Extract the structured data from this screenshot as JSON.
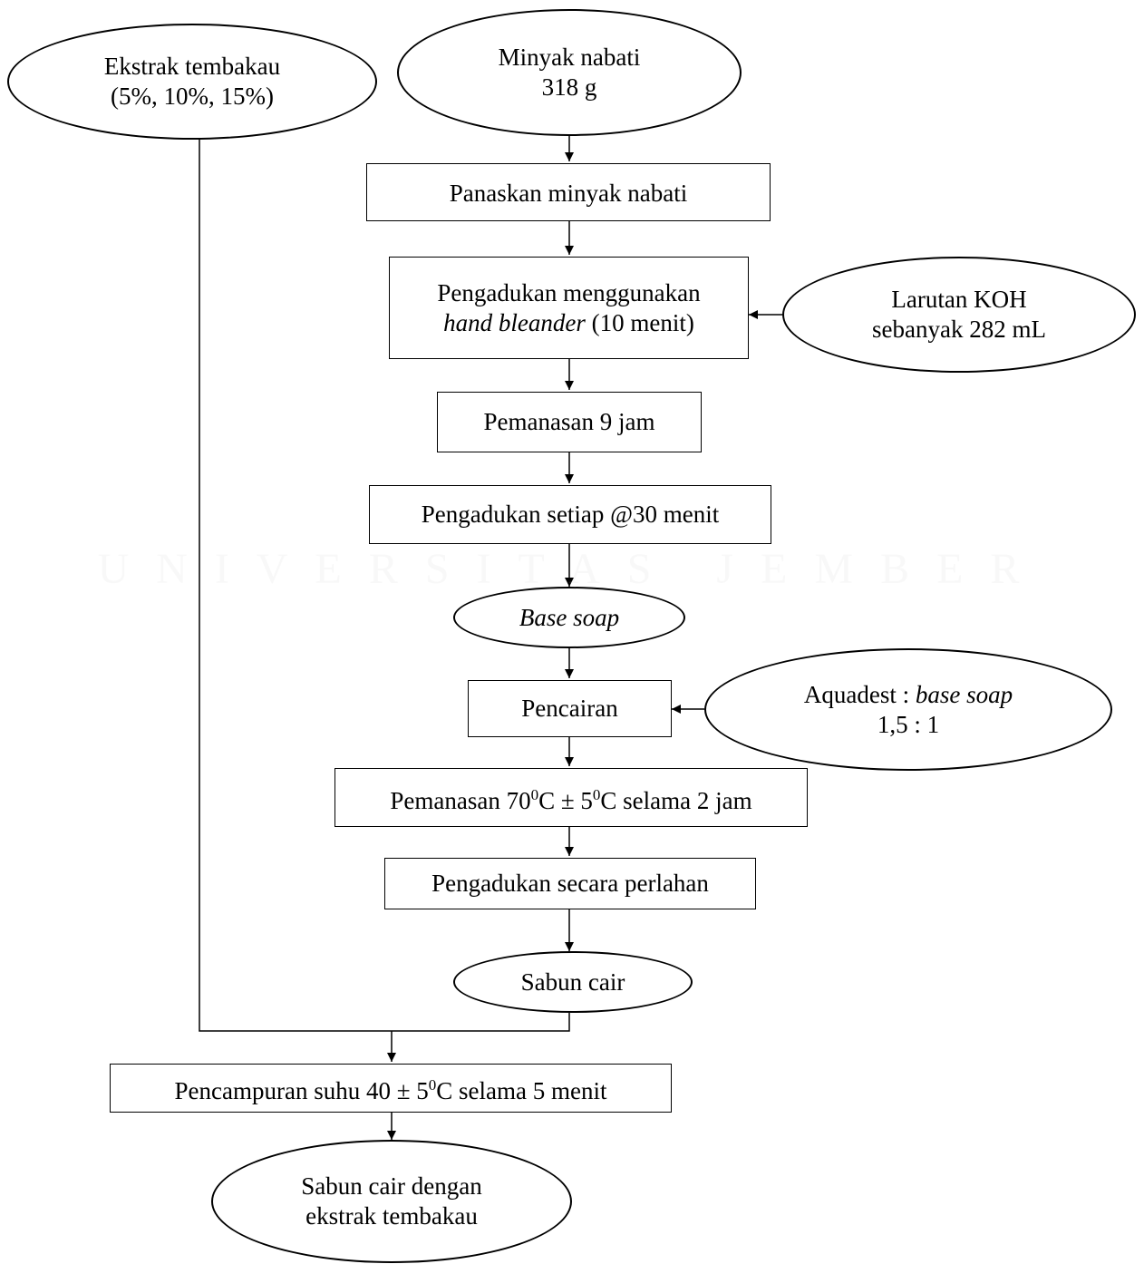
{
  "watermark": {
    "text": "UNIVERSITAS JEMBER"
  },
  "nodes": {
    "ekstrak": {
      "line1": "Ekstrak tembakau",
      "line2": "(5%, 10%, 15%)"
    },
    "minyak": {
      "line1": "Minyak nabati",
      "line2": "318 g"
    },
    "panaskan": {
      "text": "Panaskan minyak nabati"
    },
    "pengadukan_hb": {
      "line1": "Pengadukan menggunakan",
      "line2_italic": "hand bleander",
      "line2_rest": " (10 menit)"
    },
    "koh": {
      "line1": "Larutan KOH",
      "line2": "sebanyak 282 mL"
    },
    "pemanasan9": {
      "text": "Pemanasan 9 jam"
    },
    "pengadukan30": {
      "text": "Pengadukan setiap @30 menit"
    },
    "base_soap": {
      "text": "Base soap"
    },
    "pencairan": {
      "text": "Pencairan"
    },
    "aquadest": {
      "line1_a": "Aquadest : ",
      "line1_b_italic": "base soap",
      "line2": "1,5 : 1"
    },
    "pemanasan70": {
      "p1": "Pemanasan 70",
      "sup1": "0",
      "p2": "C ± 5",
      "sup2": "0",
      "p3": "C selama 2 jam"
    },
    "perlahan": {
      "text": "Pengadukan secara perlahan"
    },
    "sabun_cair": {
      "text": "Sabun cair"
    },
    "pencampuran": {
      "p1": "Pencampuran suhu 40 ± 5",
      "sup1": "0",
      "p2": "C selama 5 menit"
    },
    "final": {
      "line1": "Sabun cair dengan",
      "line2": "ekstrak tembakau"
    }
  }
}
